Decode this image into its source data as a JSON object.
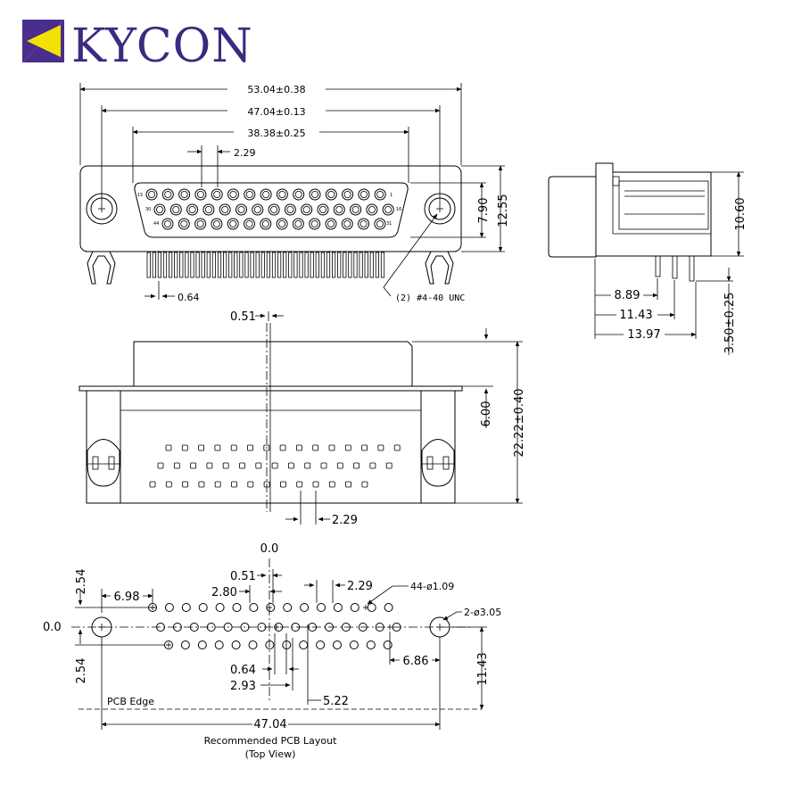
{
  "brand": {
    "name": "KYCON",
    "colors": {
      "purple": "#4a2d8c",
      "yellow": "#f3e200",
      "text": "#3d2a80"
    }
  },
  "front_view": {
    "overall_width": "53.04±0.38",
    "mount_hole_span": "47.04±0.13",
    "shell_width": "38.38±0.25",
    "pin_pitch": "2.29",
    "shell_height": "7.90",
    "flange_height": "12.55",
    "tail_width": "0.64",
    "mount_screw_note": "(2)  #4-40  UNC",
    "row_labels": {
      "r1_left": "15",
      "r1_right": "1",
      "r2_left": "30",
      "r2_right": "16",
      "r3_left": "44",
      "r3_right": "31"
    }
  },
  "side_view": {
    "height": "10.60",
    "tail_1": "8.89",
    "tail_2": "11.43",
    "tail_3": "13.97",
    "tail_length": "3.50±0.25"
  },
  "bottom_view": {
    "offset": "0.51",
    "depth": "22.22±0.40",
    "shell_depth": "6.00",
    "pitch": "2.29"
  },
  "pcb_layout": {
    "origin_x": "0.0",
    "origin_y": "0.0",
    "row_offset_top": "2.54",
    "row_offset_bottom": "2.54",
    "first_pin_offset": "6.98",
    "offset_051": "0.51",
    "offset_280": "2.80",
    "pitch": "2.29",
    "hole_note": "44-ø1.09",
    "mount_hole_note": "2-ø3.05",
    "offset_064": "0.64",
    "offset_293": "2.93",
    "offset_522": "5.22",
    "offset_686": "6.86",
    "edge_distance": "11.43",
    "hole_span": "47.04",
    "pcb_edge_label": "PCB Edge",
    "caption": "Recommended  PCB  Layout",
    "subcaption": "(Top  View)"
  }
}
